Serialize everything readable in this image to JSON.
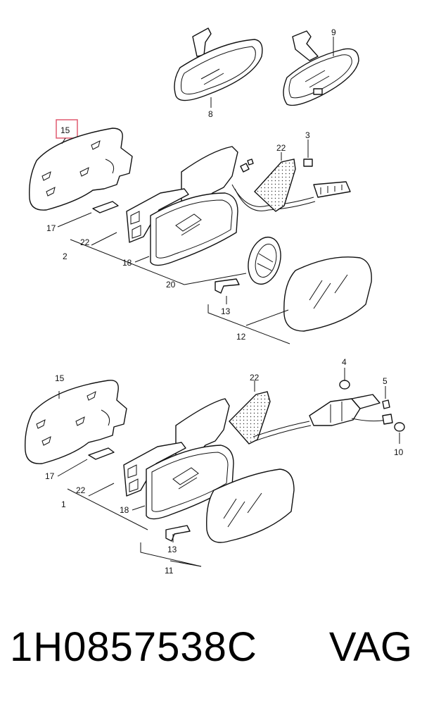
{
  "highlight_color": "#e05c70",
  "callouts": {
    "c15_top": "15",
    "c8": "8",
    "c9": "9",
    "c3": "3",
    "c22_top_right": "22",
    "c17_top": "17",
    "c22_top_left": "22",
    "c2": "2",
    "c18_top": "18",
    "c20": "20",
    "c13_top": "13",
    "c12": "12",
    "c15_bottom": "15",
    "c22_bottom_right": "22",
    "c4": "4",
    "c5": "5",
    "c10": "10",
    "c17_bottom": "17",
    "c22_bottom_left": "22",
    "c1": "1",
    "c18_bottom": "18",
    "c13_bottom": "13",
    "c11": "11"
  },
  "footer": {
    "part_number": "1H0857538C",
    "brand": "VAG"
  }
}
